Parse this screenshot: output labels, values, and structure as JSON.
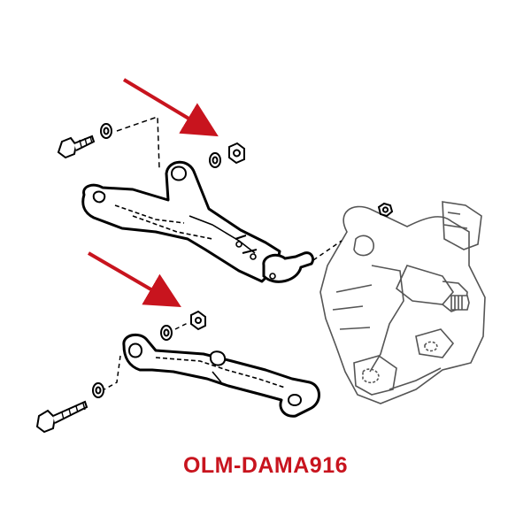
{
  "diagram": {
    "part_code": "OLM-DAMA916",
    "accent_color": "#c8141e",
    "line_color": "#000000",
    "knuckle_line_color": "#555555",
    "background": "#ffffff",
    "components": [
      "upper-control-arm",
      "lower-control-arm",
      "steering-knuckle",
      "bolt",
      "washer",
      "nut",
      "ball-joint"
    ]
  }
}
